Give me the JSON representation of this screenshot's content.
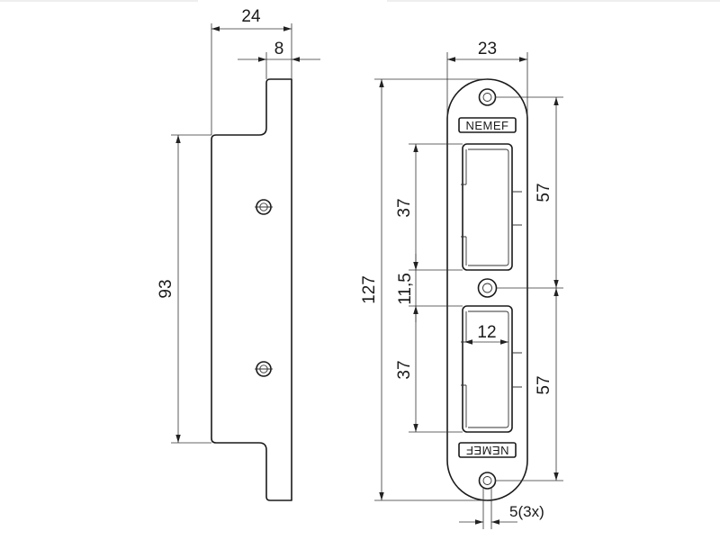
{
  "side_view": {
    "dim_width_total": "24",
    "dim_width_step": "8",
    "dim_height_inner": "93"
  },
  "front_view": {
    "dim_width": "23",
    "dim_height_total": "127",
    "dim_hole_spacing_top": "57",
    "dim_hole_spacing_bottom": "57",
    "dim_slot_height_top": "37",
    "dim_slot_height_bottom": "37",
    "dim_slot_gap": "11,5",
    "dim_slot_width": "12",
    "dim_hole_diameter": "5(3x)",
    "brand_top": "NEMEF",
    "brand_bottom": "NEMEF"
  }
}
